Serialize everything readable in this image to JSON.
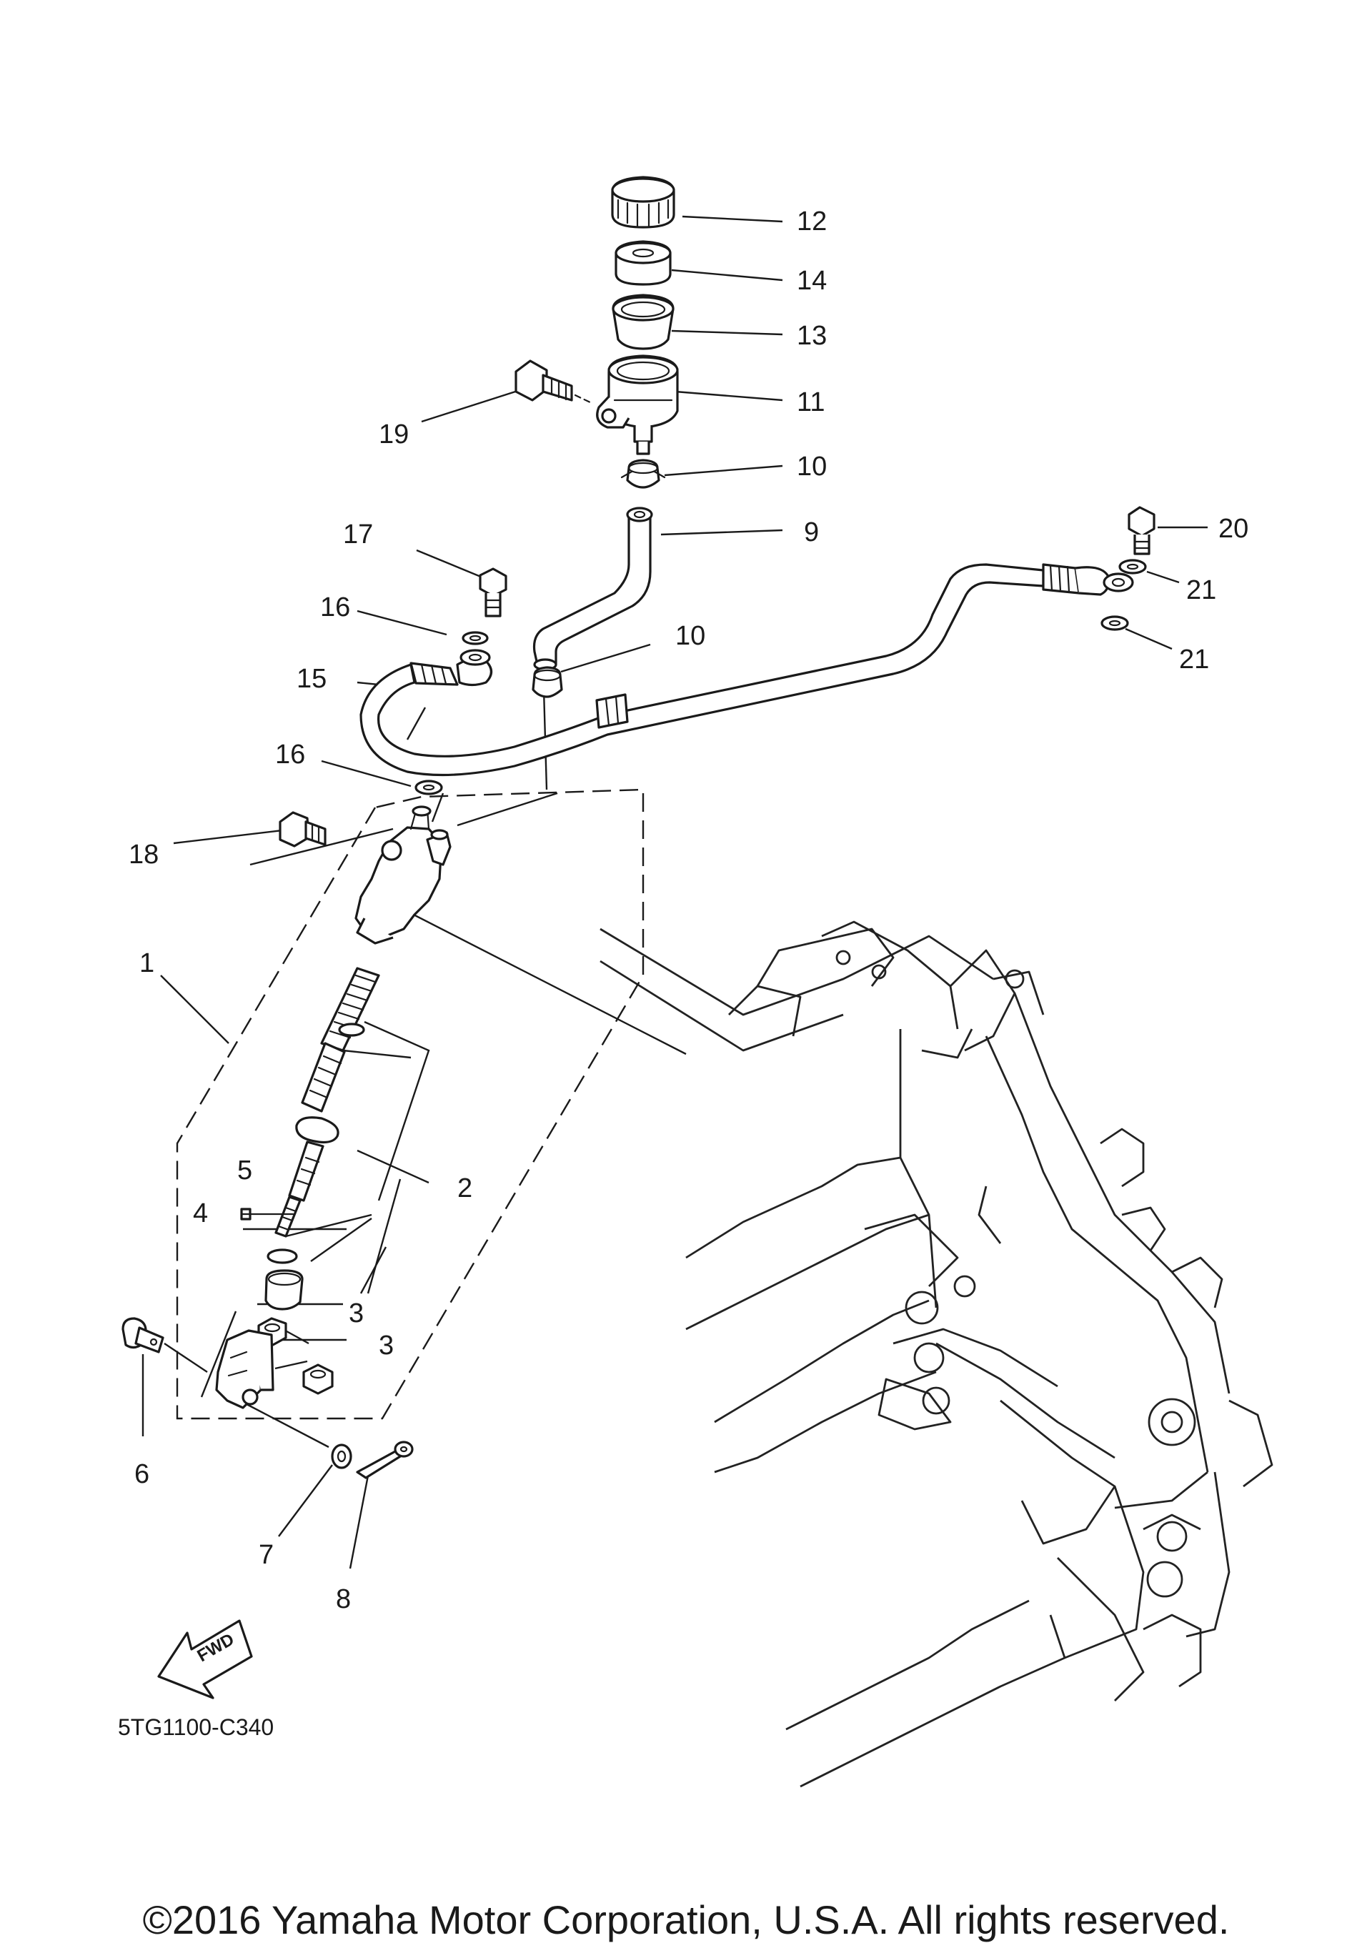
{
  "diagram": {
    "part_code": "5TG1100-C340",
    "fwd_label": "FWD",
    "callouts": {
      "p1": "1",
      "p2": "2",
      "p3a": "3",
      "p3b": "3",
      "p4": "4",
      "p5": "5",
      "p6": "6",
      "p7": "7",
      "p8": "8",
      "p9": "9",
      "p10a": "10",
      "p10b": "10",
      "p11": "11",
      "p12": "12",
      "p13": "13",
      "p14": "14",
      "p15": "15",
      "p16a": "16",
      "p16b": "16",
      "p17": "17",
      "p18": "18",
      "p19": "19",
      "p20": "20",
      "p21a": "21",
      "p21b": "21"
    }
  },
  "footer": {
    "copyright": "©2016 Yamaha Motor Corporation, U.S.A. All rights reserved."
  }
}
